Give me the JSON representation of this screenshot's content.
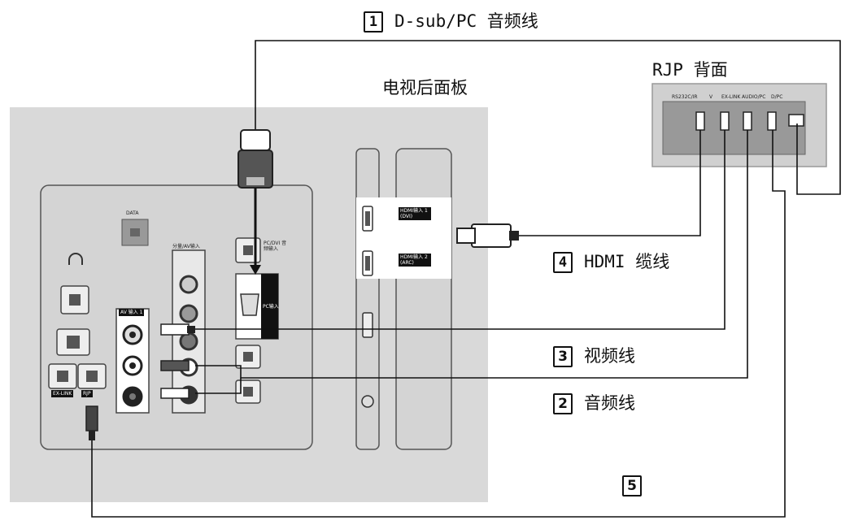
{
  "labels": {
    "cable_1": {
      "number": "1",
      "text": "D-sub/PC 音频线"
    },
    "cable_2": {
      "number": "2",
      "text": "音频线"
    },
    "cable_3": {
      "number": "3",
      "text": "视频线"
    },
    "cable_4": {
      "number": "4",
      "text": "HDMI 缆线"
    },
    "cable_5": {
      "number": "5"
    },
    "tv_panel_title": "电视后面板",
    "rjp_title": "RJP 背面"
  },
  "tv_ports": {
    "data": "DATA",
    "hdmi_1": "HDMI输入 1 (DVI)",
    "hdmi_2": "HDMI输入 2 (ARC)",
    "component": "分量/AV输入",
    "av_in": "AV 输入 1",
    "pc_dvi_audio": "PC/DVI 音频输入",
    "pc_in": "PC输入",
    "ex_link": "EX-LINK",
    "rjp": "RJP"
  },
  "rjp_ports": [
    "RS232C/IR",
    "V",
    "EX-LINK",
    "AUDIO/PC",
    "D/PC"
  ],
  "colors": {
    "panel": "#d9d9d9",
    "cable": "#111111",
    "background": "#ffffff"
  }
}
